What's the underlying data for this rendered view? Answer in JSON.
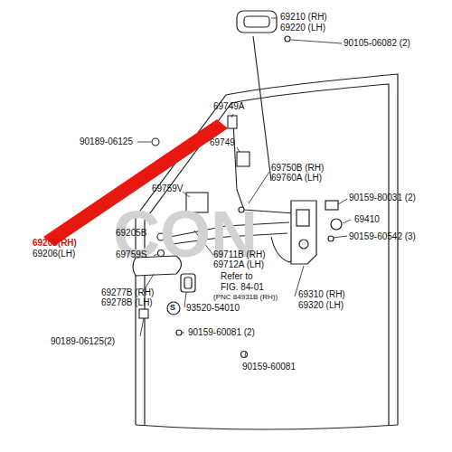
{
  "diagram": {
    "labels": [
      "CON",
      "69210 (RH)",
      "69220 (LH)",
      "90105-06082 (2)",
      "69749A",
      "90189-06125",
      "69749",
      "69750B (RH)",
      "69760A (LH)",
      "69759V",
      "90159-80031 (2)",
      "69410",
      "90159-60542 (3)",
      "69205(RH)",
      "69206(LH)",
      "69205B",
      "69759S",
      "69711B (RH)",
      "69712A (LH)",
      "69277B (RH)",
      "69278B (LH)",
      "S",
      "93520-54010",
      "90189-06125(2)",
      "90159-60081 (2)",
      "Refer to",
      "FIG. 84-01",
      "(PNC 84931B (RH))",
      "69310 (RH)",
      "69320 (LH)",
      "90159-60081"
    ]
  }
}
